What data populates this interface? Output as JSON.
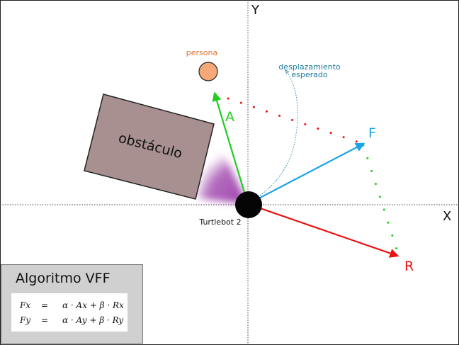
{
  "labels": {
    "y_axis": "Y",
    "x_axis": "X",
    "person": "persona",
    "expected_motion": "desplazamiento esperado",
    "expected_motion_line1": "desplazamiento",
    "expected_motion_line2": "esperado",
    "obstacle": "obstáculo",
    "robot": "Turtlebot 2",
    "vector_a": "A",
    "vector_f": "F",
    "vector_r": "R"
  },
  "colors": {
    "attractive": "#22cc22",
    "resultant": "#1aa3e8",
    "repulsive": "#ee1111",
    "person": "#f5a878",
    "obstacle": "#a89090",
    "expected_motion": "#1a7a9a",
    "person_label": "#e07030",
    "influence_zone": "#9a3aa8"
  },
  "panel": {
    "title": "Algoritmo VFF",
    "equations": [
      {
        "lhs": "Fx",
        "eq": "=",
        "rhs": "α · Ax + β · Rx"
      },
      {
        "lhs": "Fy",
        "eq": "=",
        "rhs": "α · Ay + β · Ry"
      }
    ]
  }
}
